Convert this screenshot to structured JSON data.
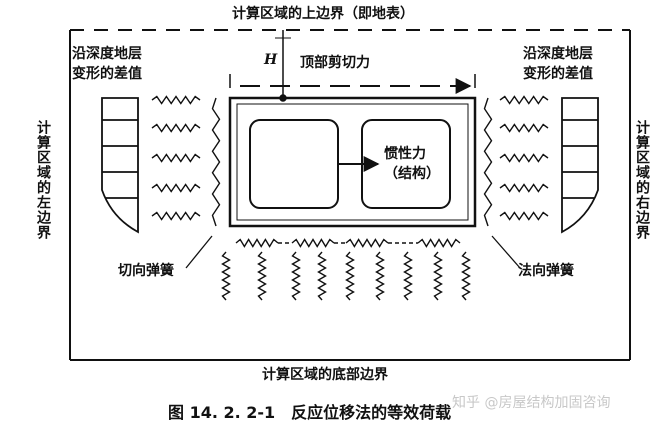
{
  "labels": {
    "top_boundary": "计算区域的上边界（即地表）",
    "left_profile": "沿深度地层\n变形的差值",
    "right_profile": "沿深度地层\n变形的差值",
    "H": "H",
    "top_shear": "顶部剪切力",
    "inertia": "惯性力\n（结构）",
    "left_boundary": "计算区域的左边界",
    "right_boundary": "计算区域的右边界",
    "shear_spring": "切向弹簧",
    "normal_spring": "法向弹簧",
    "bottom_boundary": "计算区域的底部边界"
  },
  "caption": "图 14. 2. 2-1　反应位移法的等效荷载",
  "watermark": "知乎 @房屋结构加固咨询"
}
